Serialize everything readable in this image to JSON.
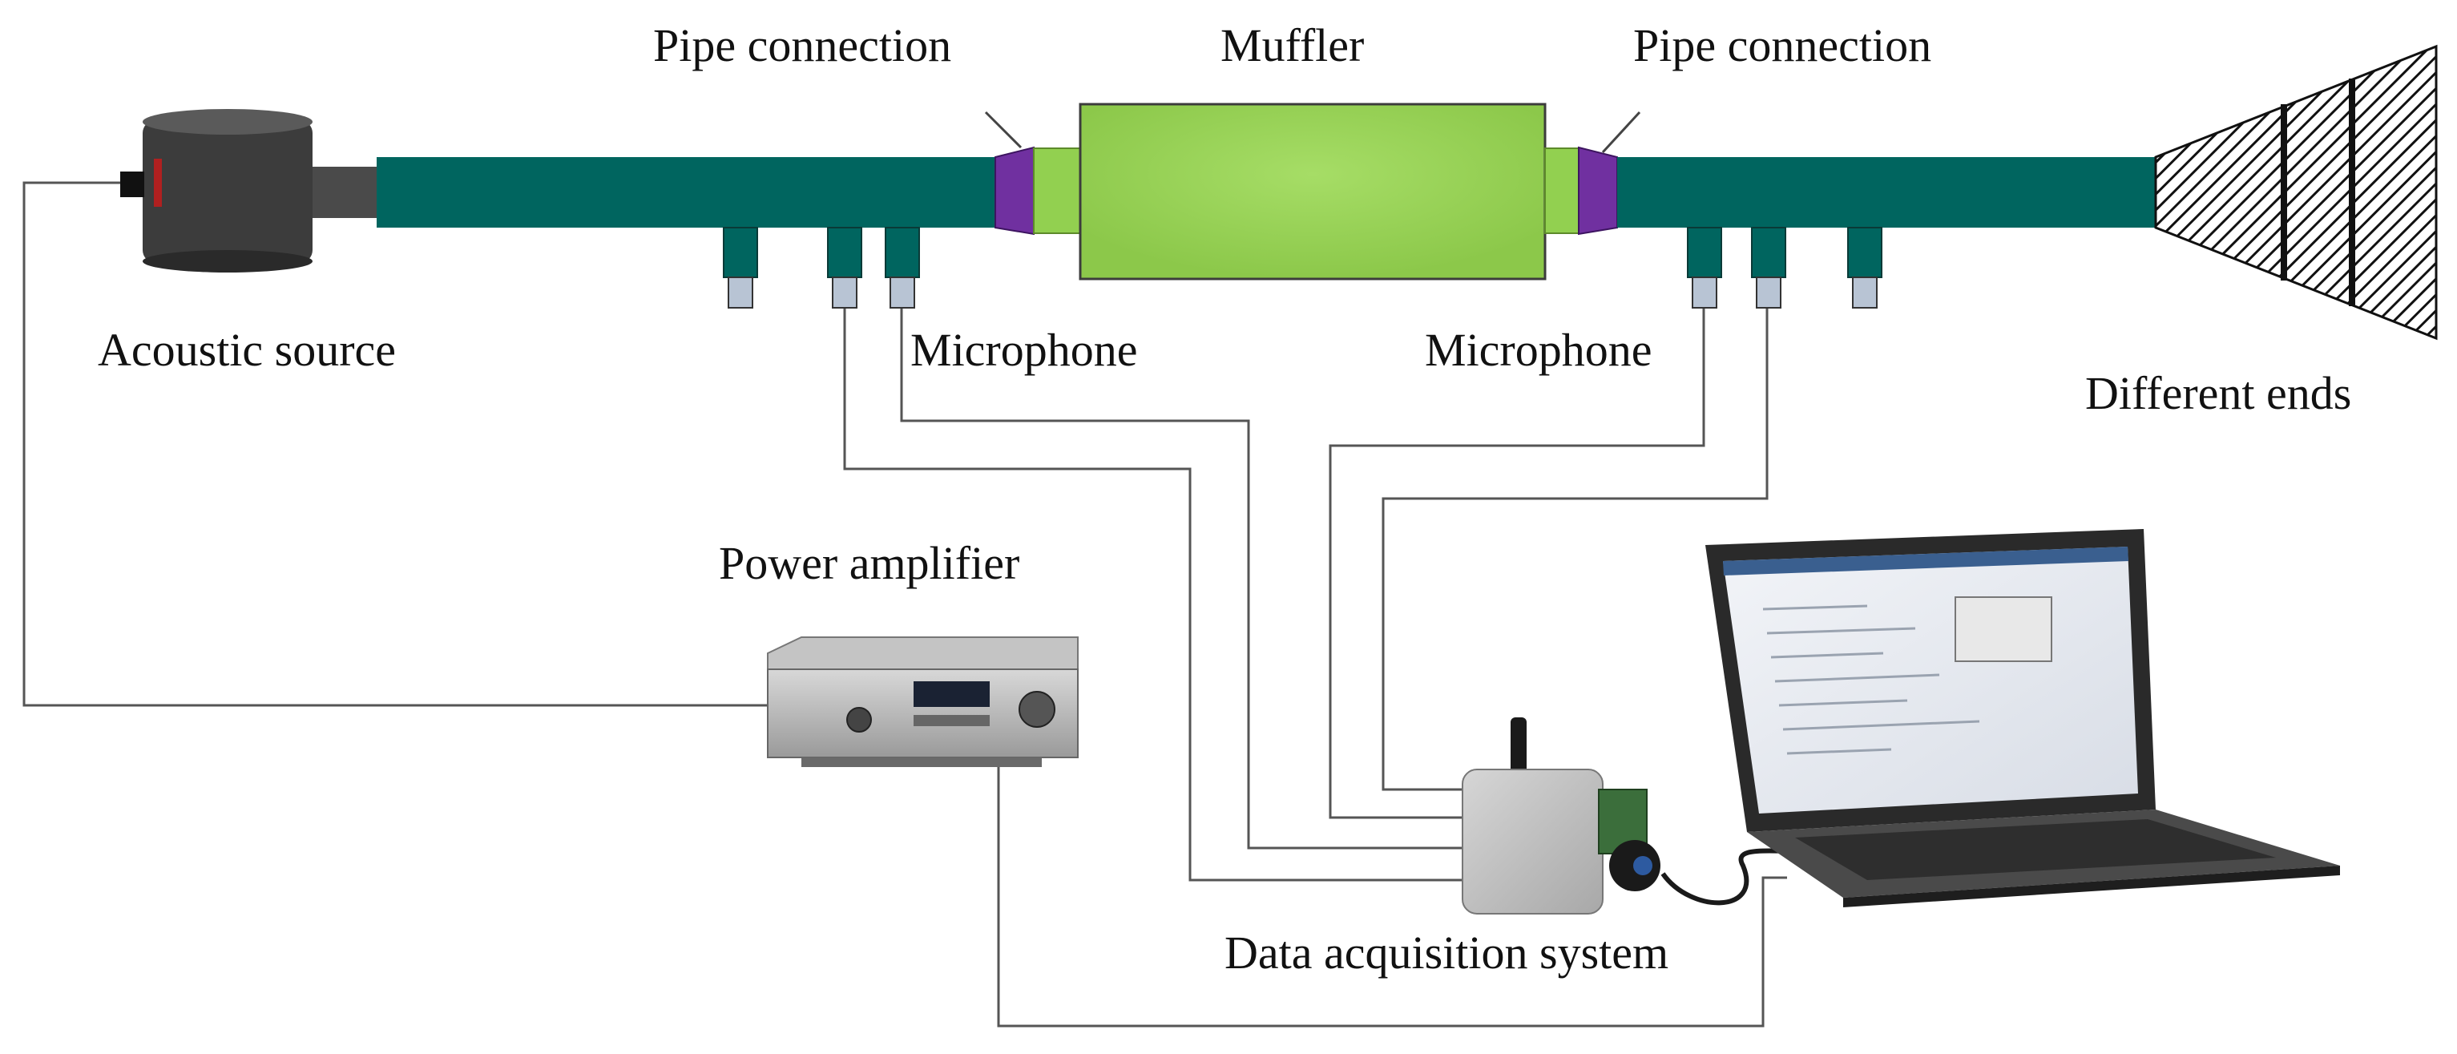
{
  "labels": {
    "pipe_connection_left": "Pipe connection",
    "muffler": "Muffler",
    "pipe_connection_right": "Pipe connection",
    "acoustic_source": "Acoustic source",
    "microphone_left": "Microphone",
    "microphone_right": "Microphone",
    "different_ends": "Different ends",
    "power_amplifier": "Power amplifier",
    "data_acquisition": "Data acquisition system"
  },
  "colors": {
    "pipe": "#00655f",
    "muffler": "#92d050",
    "connector": "#7030a0",
    "mic_cap": "#b8c4d4",
    "wire": "#555555"
  },
  "icons": {
    "source": "speaker-icon",
    "amplifier": "power-amplifier-icon",
    "daq": "daq-box-icon",
    "computer": "laptop-icon",
    "end": "horn-end-icon"
  }
}
